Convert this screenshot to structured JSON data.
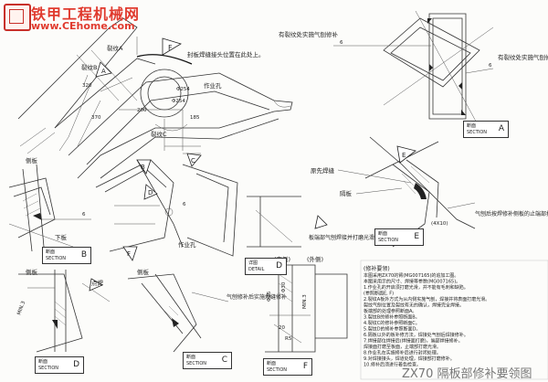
{
  "watermark": {
    "line1": "铁甲工程机械网",
    "line2": "www.CEhome.com"
  },
  "drawing": {
    "title": "ZX70 隔板部修补要领图",
    "labels": {
      "crack_a": "裂纹A",
      "crack_b": "裂纹B",
      "crack_c": "裂纹C",
      "seal_weld_note": "封板焊缝接头位置在此处上。",
      "work_hole": "作业孔",
      "work_hole_2": "作业孔",
      "gas_gouge_note_top": "有裂纹处实施气刨修补",
      "gas_gouge_note_right": "有裂纹处实施气刨修补",
      "original_weld": "原先焊缝",
      "partition": "隔板",
      "side_plate_left": "侧板",
      "lower_plate": "下板",
      "side_plate_mid": "侧板",
      "spot_weld": "点焊",
      "side_plate_b": "侧板",
      "gas_note_e": "板端部气刨焊接并打磨光滑",
      "gas_note_e2": "气刨后按焊修补侧板的止端部打磨光滑",
      "gas_note_c": "气刨修补后实施焊缝修补",
      "inner": "(内侧)",
      "outer": "(外侧)"
    },
    "tags": [
      "A",
      "B",
      "C",
      "D",
      "E",
      "F"
    ],
    "section_boxes": [
      {
        "jp": "断面",
        "en": "SECTION",
        "letter": "A"
      },
      {
        "jp": "断面",
        "en": "SECTION",
        "letter": "B"
      },
      {
        "jp": "断面",
        "en": "SECTION",
        "letter": "C"
      },
      {
        "jp": "断面",
        "en": "SECTION",
        "letter": "D"
      },
      {
        "jp": "断面",
        "en": "SECTION",
        "letter": "E"
      },
      {
        "jp": "断面",
        "en": "SECTION",
        "letter": "F"
      },
      {
        "jp": "详图",
        "en": "DETAIL",
        "letter": "D"
      }
    ],
    "dims": {
      "d1": "Φ254",
      "d2": "Φ254",
      "d3": "185",
      "d4": "200",
      "d5": "320",
      "d6": "370",
      "d7": "6",
      "d8": "6",
      "d9": "(4X10)",
      "d10": "MIN.3",
      "d11": "MIN.3",
      "d12": "Φ25",
      "d13": "Φ30",
      "d14": "20",
      "d15": "R5",
      "d16": "6",
      "d17": "6"
    },
    "notes": {
      "heading": "(修补要领)",
      "lines": [
        "本图采用ZX70的臂(MG007165)的追加工图。",
        "本图采用示的尺寸、焊接等参数(MG007165)。",
        "1.作业孔的开启须打磨光滑，并不能有毛刺和缺陷。",
        "  (参照断面E, F)",
        "2.裂纹A板外方式为从内侧实施气刨，焊接并将表面打磨光滑。",
        "  裂纹气刨位置及裂纹有无的确认，焊接完全焊接。",
        "  板端部的处理参照断面A。",
        "3.裂纹B的修补参照断面B。",
        "4.裂纹C的修补参照断面C。",
        "5.裂纹D的修补参照断面D。",
        "6.隔板以外的板补修方法，焊接处气刨后焊接修补。",
        "7.焊接部位焊接后(焊接面打磨)，端部焊接修补。",
        "  焊接面打磨至板面，止端部打磨光滑。",
        "8.作业孔在实施修补后进行封闭处理。",
        "9.对焊接接头，焊道处理，焊接部打磨修补。",
        "10.修补后须进行着色检查。"
      ]
    }
  }
}
